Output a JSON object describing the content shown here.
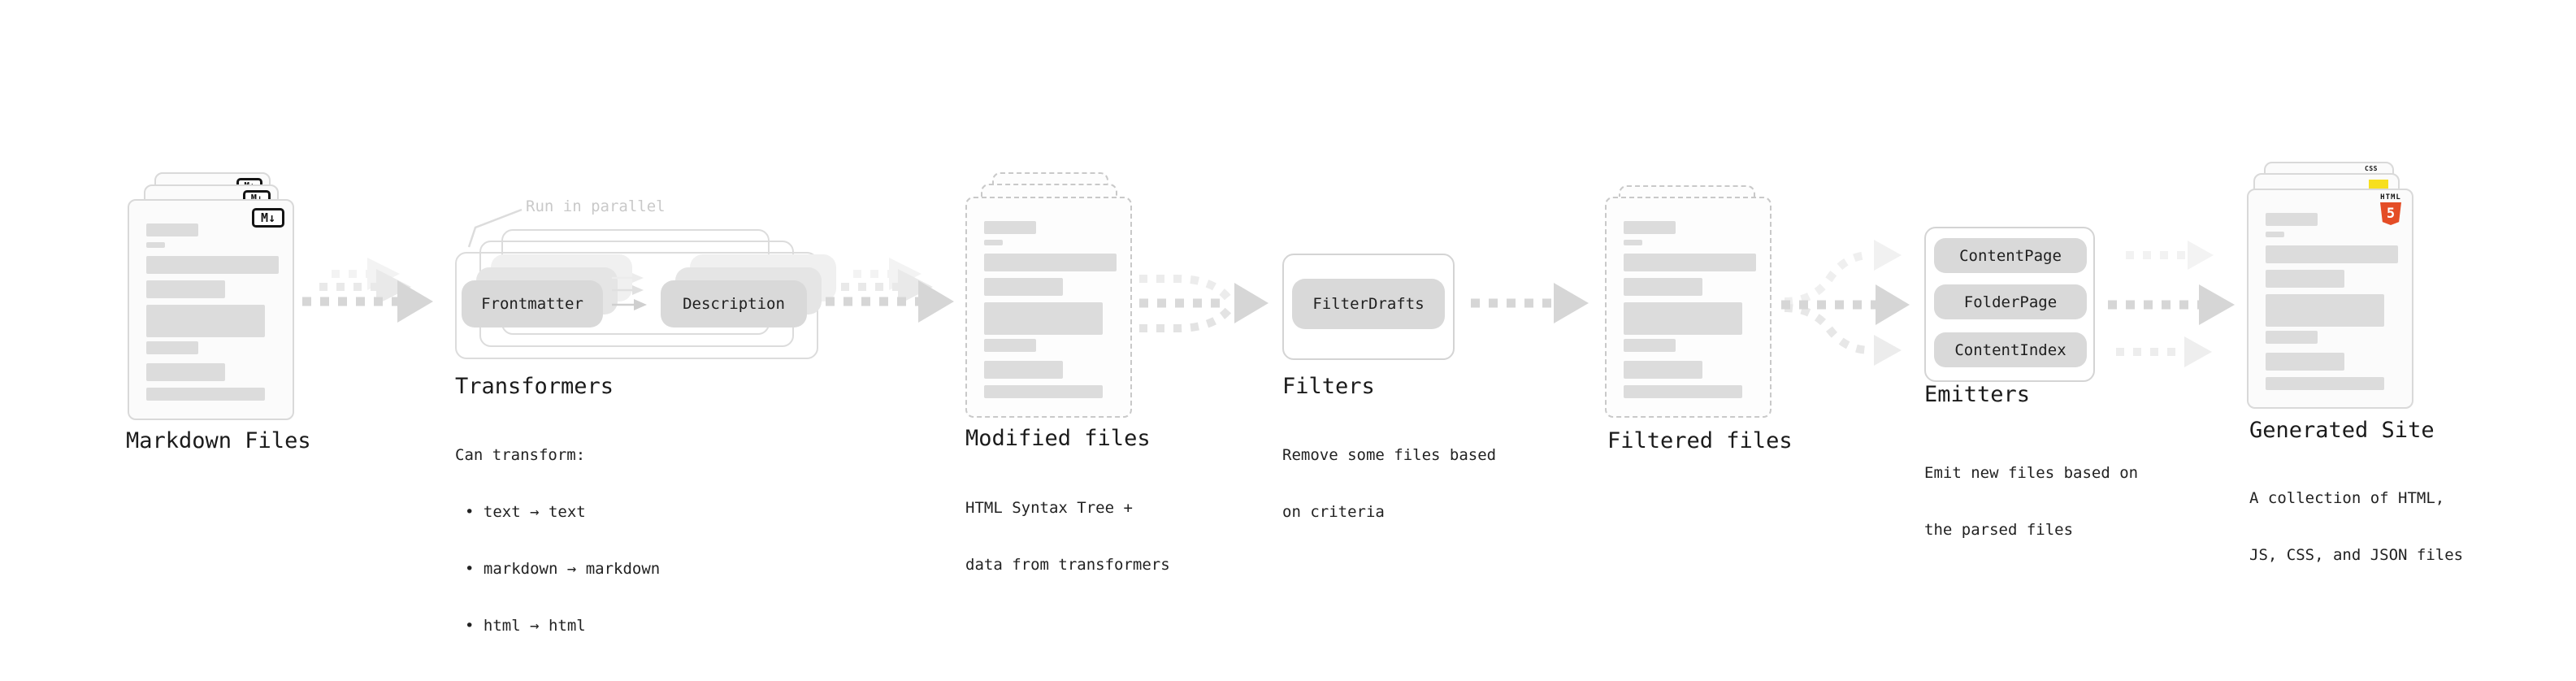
{
  "diagram": {
    "markdown": {
      "title": "Markdown Files",
      "badge": "M↓"
    },
    "transformers": {
      "title": "Transformers",
      "annotation": "Run in parallel",
      "step1": "Frontmatter",
      "step2": "Description",
      "heading": "Can transform:",
      "bullet1": "• text → text",
      "bullet2": "• markdown → markdown",
      "bullet3": "• html → html"
    },
    "modified": {
      "title": "Modified files",
      "desc1": "HTML Syntax Tree +",
      "desc2": "data from transformers"
    },
    "filters": {
      "title": "Filters",
      "step": "FilterDrafts",
      "desc1": "Remove some files based",
      "desc2": "on criteria"
    },
    "filtered": {
      "title": "Filtered files"
    },
    "emitters": {
      "title": "Emitters",
      "step1": "ContentPage",
      "step2": "FolderPage",
      "step3": "ContentIndex",
      "desc1": "Emit new files based on",
      "desc2": "the parsed files"
    },
    "site": {
      "title": "Generated Site",
      "desc1": "A collection of HTML,",
      "desc2": "JS, CSS, and JSON files",
      "html_label": "HTML",
      "html_number": "5",
      "css_label": "CSS"
    }
  },
  "colors": {
    "html5_orange": "#e44d26",
    "js_yellow": "#f7df1e",
    "css_blue": "#2463e8",
    "arrow_gray": "#d6d6d6",
    "bar_gray": "#dcdcdc",
    "chip_gray": "#d9d9d9",
    "border_gray": "#d9d9d9",
    "muted_text": "#c9c9c9",
    "text": "#1b1b1b"
  }
}
